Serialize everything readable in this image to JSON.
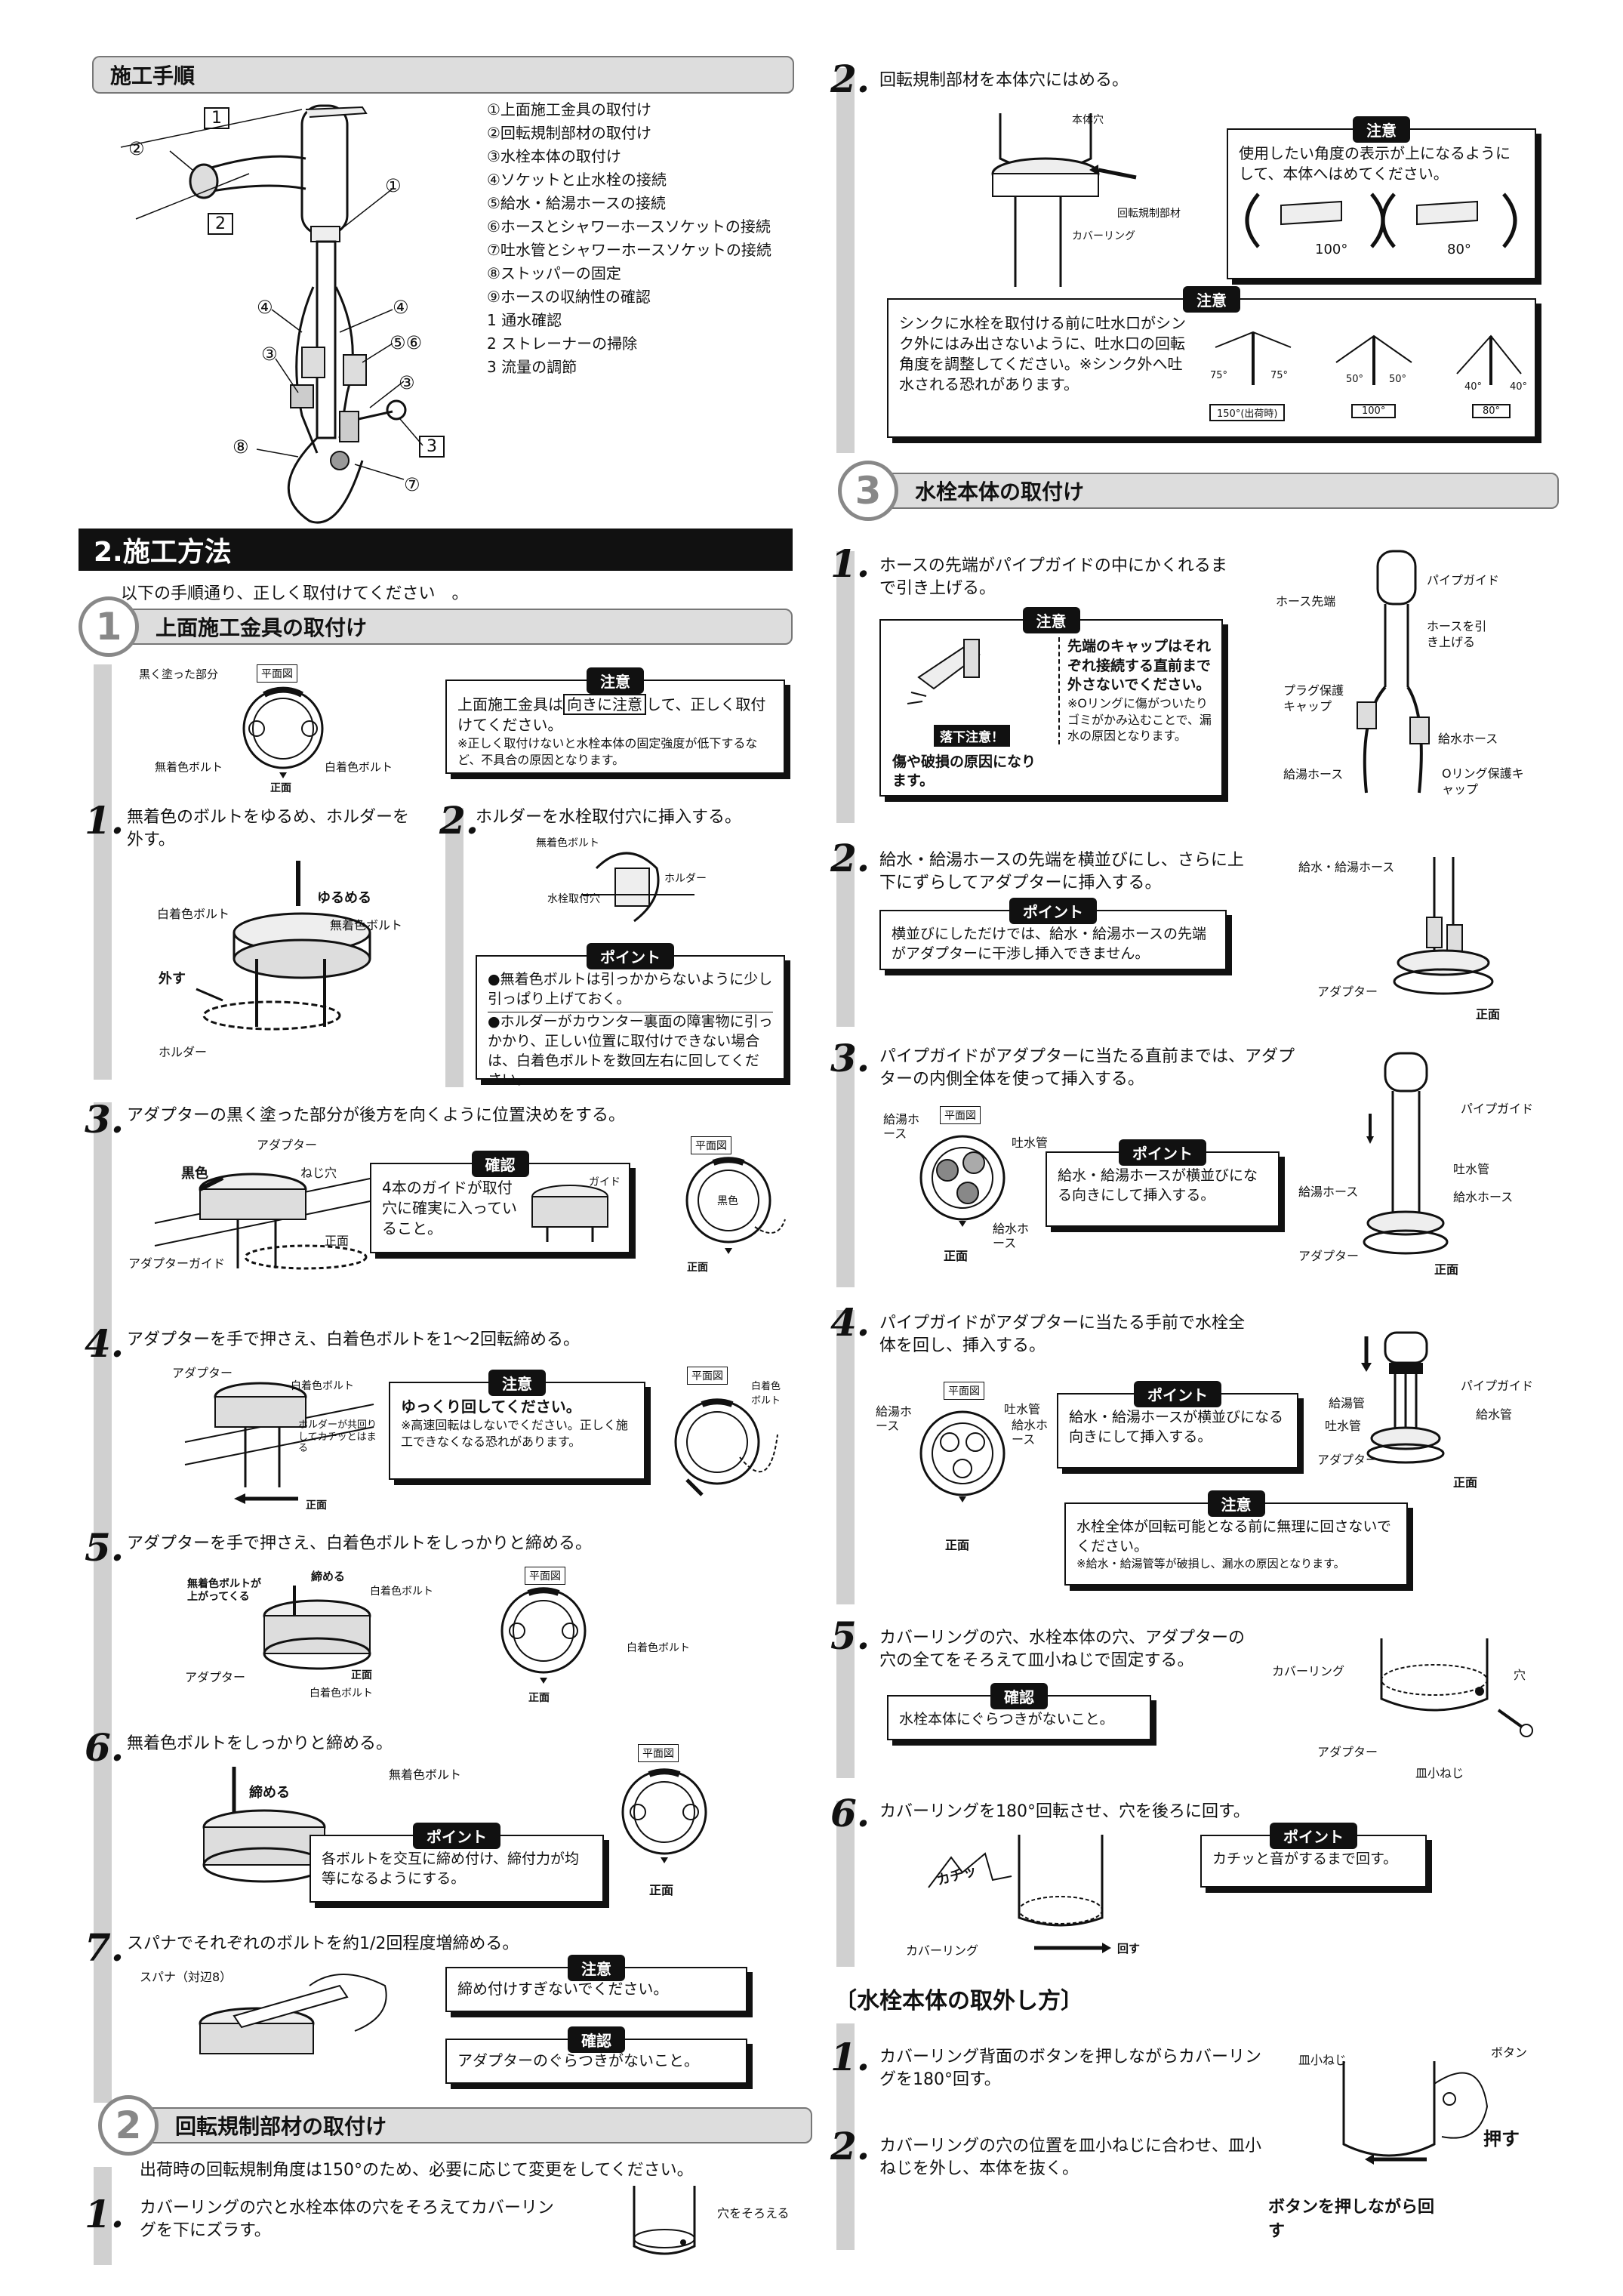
{
  "overview": {
    "header": "施工手順",
    "steps": [
      "①上面施工金具の取付け",
      "②回転規制部材の取付け",
      "③水栓本体の取付け",
      "④ソケットと止水栓の接続",
      "⑤給水・給湯ホースの接続",
      "⑥ホースとシャワーホースソケットの接続",
      "⑦吐水管とシャワーホースソケットの接続",
      "⑧ストッパーの固定",
      "⑨ホースの収納性の確認",
      "1 通水確認",
      "2 ストレーナーの掃除",
      "3 流量の調節"
    ],
    "callouts": [
      "1",
      "②",
      "2",
      "①",
      "④",
      "④",
      "③",
      "⑤⑥",
      "③",
      "⑧",
      "3",
      "⑦"
    ]
  },
  "section2": {
    "header": "2.施工方法",
    "intro": "以下の手順通り、正しく取付けてください　。"
  },
  "part1": {
    "num": "1",
    "title": "上面施工金具の取付け",
    "top_diagram": {
      "plan": "平面図",
      "black": "黒く塗った部分",
      "left_bolt": "無着色ボルト",
      "right_bolt": "白着色ボルト",
      "front": "正面"
    },
    "caution_top": {
      "tag": "注意",
      "body_pre": "上面施工金具は",
      "body_hl": "向きに注意",
      "body_post": "して、正しく取付けてください。",
      "note": "※正しく取付けないと水栓本体の固定強度が低下するなど、不具合の原因となります。"
    },
    "s1": {
      "num": "1.",
      "text": "無着色のボルトをゆるめ、ホルダーを外す。",
      "loosen": "ゆるめる",
      "white": "白着色ボルト",
      "plain": "無着色ボルト",
      "remove": "外す",
      "holder": "ホルダー"
    },
    "s2": {
      "num": "2.",
      "text": "ホルダーを水栓取付穴に挿入する。",
      "plain": "無着色ボルト",
      "hole": "水栓取付穴",
      "holder": "ホルダー",
      "point_tag": "ポイント",
      "p1": "●無着色ボルトは引っかからないように少し引っぱり上げておく。",
      "p2": "●ホルダーがカウンター裏面の障害物に引っかかり、正しい位置に取付けできない場合は、白着色ボルトを数回左右に回してください。"
    },
    "s3": {
      "num": "3.",
      "text": "アダプターの黒く塗った部分が後方を向くように位置決めをする。",
      "adapter": "アダプター",
      "black": "黒色",
      "screw": "ねじ穴",
      "guide": "アダプターガイド",
      "front": "正面",
      "check_tag": "確認",
      "check": "4本のガイドが取付穴に確実に入っていること。",
      "guide2": "ガイド",
      "plan": "平面図",
      "black2": "黒色"
    },
    "s4": {
      "num": "4.",
      "text": "アダプターを手で押さえ、白着色ボルトを1～2回転締める。",
      "adapter": "アダプター",
      "white": "白着色ボルト",
      "holder_note": "ホルダーが共回りしてカチッとはまる",
      "front": "正面",
      "caution_tag": "注意",
      "caution": "ゆっくり回してください。",
      "note": "※高速回転はしないでください。正しく施工できなくなる恐れがあります。",
      "plan": "平面図",
      "white2": "白着色ボルト"
    },
    "s5": {
      "num": "5.",
      "text": "アダプターを手で押さえ、白着色ボルトをしっかりと締める。",
      "rise": "無着色ボルトが上がってくる",
      "tighten": "締める",
      "white": "白着色ボルト",
      "adapter": "アダプター",
      "front": "正面",
      "plan": "平面図",
      "white2": "白着色ボルト",
      "front2": "正面"
    },
    "s6": {
      "num": "6.",
      "text": "無着色ボルトをしっかりと締める。",
      "tighten": "締める",
      "plain": "無着色ボルト",
      "point_tag": "ポイント",
      "point": "各ボルトを交互に締め付け、締付力が均等になるようにする。",
      "plan": "平面図",
      "front": "正面"
    },
    "s7": {
      "num": "7.",
      "text": "スパナでそれぞれのボルトを約1/2回程度増締める。",
      "spanner": "スパナ（対辺8）",
      "caution_tag": "注意",
      "caution": "締め付けすぎないでください。",
      "check_tag": "確認",
      "check": "アダプターのぐらつきがないこと。"
    }
  },
  "part2": {
    "num": "2",
    "title": "回転規制部材の取付け",
    "intro": "出荷時の回転規制角度は150°のため、必要に応じて変更をしてください。",
    "s1": {
      "num": "1.",
      "text": "カバーリングの穴と水栓本体の穴をそろえてカバーリングを下にズラす。",
      "align": "穴をそろえる"
    },
    "s2": {
      "num": "2.",
      "text": "回転規制部材を本体穴にはめる。",
      "hole": "本体穴",
      "part": "回転規制部材",
      "ring": "カバーリング",
      "caution_tag": "注意",
      "caution": "使用したい角度の表示が上になるようにして、本体へはめてください。",
      "a1": "100°",
      "a2": "80°",
      "caution2_tag": "注意",
      "caution2": "シンクに水栓を取付ける前に吐水口がシンク外にはみ出さないように、吐水口の回転角度を調整してください。※シンク外へ吐水される恐れがあります。",
      "angles": [
        "150°(出荷時)",
        "100°",
        "80°"
      ],
      "deg": [
        "75°",
        "75°",
        "50°",
        "50°",
        "40°",
        "40°"
      ]
    }
  },
  "part3": {
    "num": "3",
    "title": "水栓本体の取付け",
    "s1": {
      "num": "1.",
      "text": "ホースの先端がパイプガイドの中にかくれるまで引き上げる。",
      "caution_tag": "注意",
      "caution": "先端のキャップはそれぞれ接続する直前まで外さないでください。",
      "note": "※Oリングに傷がついたりゴミがかみ込むことで、漏水の原因となります。",
      "drop": "落下注意！",
      "drop_text": "傷や破損の原因になります。",
      "pipe_guide": "パイプガイド",
      "hose_tip": "ホース先端",
      "pull": "ホースを引き上げる",
      "plug_cap": "プラグ保護キャップ",
      "supply": "給水ホース",
      "hot": "給湯ホース",
      "oring_cap": "Oリング保護キャップ"
    },
    "s2": {
      "num": "2.",
      "text": "給水・給湯ホースの先端を横並びにし、さらに上下にずらしてアダプターに挿入する。",
      "point_tag": "ポイント",
      "point": "横並びにしただけでは、給水・給湯ホースの先端がアダプターに干渉し挿入できません。",
      "hoses": "給水・給湯ホース",
      "adapter": "アダプター",
      "front": "正面"
    },
    "s3": {
      "num": "3.",
      "text": "パイプガイドがアダプターに当たる直前までは、アダプターの内側全体を使って挿入する。",
      "plan": "平面図",
      "hot": "給湯ホース",
      "spout": "吐水管",
      "supply": "給水ホース",
      "front": "正面",
      "point_tag": "ポイント",
      "point": "給水・給湯ホースが横並びになる向きにして挿入する。",
      "pipe_guide": "パイプガイド",
      "spout2": "吐水管",
      "hot2": "給湯ホース",
      "supply2": "給水ホース",
      "adapter": "アダプター",
      "front2": "正面"
    },
    "s4": {
      "num": "4.",
      "text": "パイプガイドがアダプターに当たる手前で水栓全体を回し、挿入する。",
      "plan": "平面図",
      "hot": "給湯ホース",
      "spout": "吐水管",
      "supply": "給水ホース",
      "front": "正面",
      "point_tag": "ポイント",
      "point": "給水・給湯ホースが横並びになる向きにして挿入する。",
      "caution_tag": "注意",
      "caution": "水栓全体が回転可能となる前に無理に回さないでください。",
      "note": "※給水・給湯管等が破損し、漏水の原因となります。",
      "pipe_guide": "パイプガイド",
      "hotpipe": "給湯管",
      "spout2": "吐水管",
      "supplypipe": "給水管",
      "adapter": "アダプター",
      "front2": "正面"
    },
    "s5": {
      "num": "5.",
      "text": "カバーリングの穴、水栓本体の穴、アダプターの穴の全てをそろえて皿小ねじで固定する。",
      "check_tag": "確認",
      "check": "水栓本体にぐらつきがないこと。",
      "ring": "カバーリング",
      "hole": "穴",
      "adapter": "アダプター",
      "screw": "皿小ねじ"
    },
    "s6": {
      "num": "6.",
      "text": "カバーリングを180°回転させ、穴を後ろに回す。",
      "click": "カチッ",
      "ring": "カバーリング",
      "turn": "回す",
      "point_tag": "ポイント",
      "point": "カチッと音がするまで回す。"
    }
  },
  "removal": {
    "title": "〔水栓本体の取外し方〕",
    "s1": {
      "num": "1.",
      "text": "カバーリング背面のボタンを押しながらカバーリングを180°回す。"
    },
    "s2": {
      "num": "2.",
      "text": "カバーリングの穴の位置を皿小ねじに合わせ、皿小ねじを外し、本体を抜く。"
    },
    "screw": "皿小ねじ",
    "button": "ボタン",
    "push": "押す",
    "turn": "ボタンを押しながら回す"
  }
}
